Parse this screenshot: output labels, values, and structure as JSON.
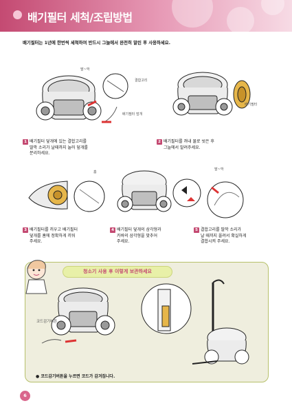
{
  "header": {
    "title": "배기필터 세척/조립방법"
  },
  "intro": "배기필터는 1년에 한번씩 세척하여 반드시 그늘에서 완전히 말린 후 사용하세요.",
  "figures": {
    "fig1": {
      "sound": "딸~깍",
      "hook_label": "결합고리",
      "cover_label": "배기필터 덮개"
    },
    "fig2": {
      "filter_label": "배기필터"
    },
    "fig3": {
      "groove_label": "홈"
    },
    "fig5": {
      "sound": "딸~깍"
    },
    "storage": {
      "cord_button_label": "코드감기버튼"
    }
  },
  "steps": [
    {
      "num": "1",
      "lines": [
        "배기필터 덮개에 있는 결합고리를",
        "딸깍 소리가 날때까지 눌러 덮개를",
        "분리하세요."
      ]
    },
    {
      "num": "2",
      "lines": [
        "배기필터를 꺼내 물로 씻은 후",
        "그늘에서 말려주세요."
      ]
    },
    {
      "num": "3",
      "lines": [
        "배기필터를 끼우고 배기필터",
        "덮개를 홈에 정확하게 끼워",
        "주세요."
      ]
    },
    {
      "num": "4",
      "lines": [
        "배기필터 덮개의 삼각형과",
        "카바의 삼각형을 맞추어",
        "주세요."
      ]
    },
    {
      "num": "5",
      "lines": [
        "결합고리를 딸깍 소리가",
        "날 때까지 올려서 확실하게",
        "결합시켜 주세요."
      ]
    }
  ],
  "storage": {
    "title": "청소기 사용 후 이렇게 보관하세요",
    "note": "● 코드감기버튼을 누르면 코드가 감겨집니다."
  },
  "page_number": "6"
}
